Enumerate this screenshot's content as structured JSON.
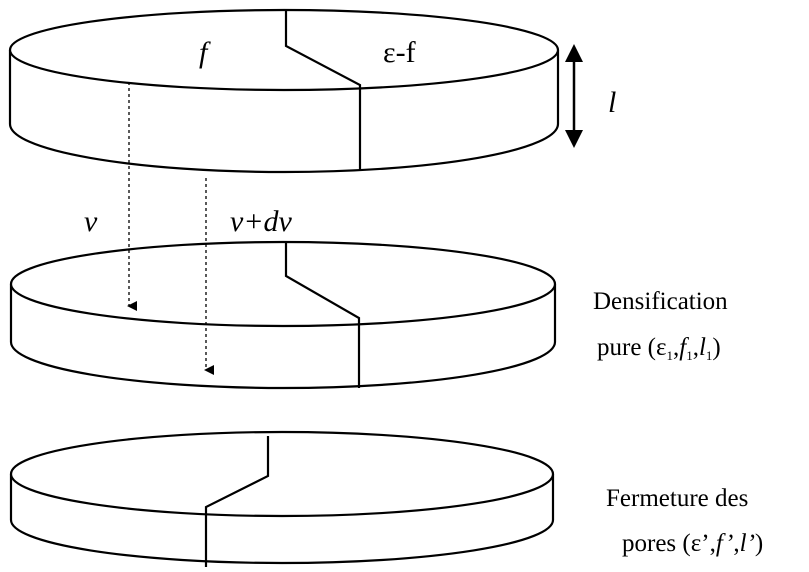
{
  "diagram": {
    "disk_top": {
      "label_left": "f",
      "label_right": "ε-f",
      "thickness_label": "l"
    },
    "velocities": {
      "left": "v",
      "right": "v+dv"
    },
    "disk_middle": {
      "caption_line1": "Densification",
      "caption_line2_prefix": "pure (",
      "eps": "ε",
      "f": "f",
      "l": "l",
      "sub1": "1",
      "sep": ",",
      "close": ")"
    },
    "disk_bottom": {
      "caption_line1": "Fermeture des",
      "caption_line2_prefix": "pores (",
      "eps_prime": "ε’",
      "f_prime": "f’",
      "l_prime": "l’",
      "sep": ",",
      "close": ")"
    }
  }
}
